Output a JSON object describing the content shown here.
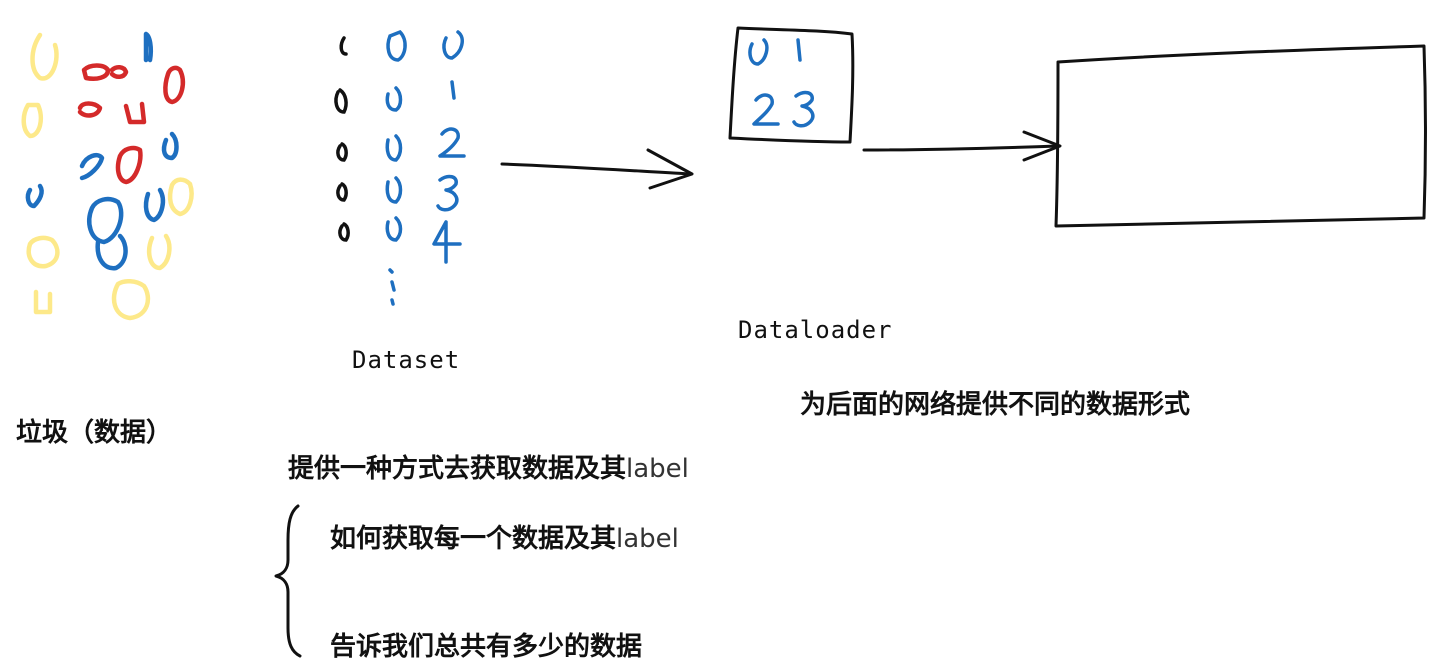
{
  "garbage_label": "垃圾（数据）",
  "dataset": {
    "column_a": [
      "0",
      "0",
      "0",
      "0",
      "0"
    ],
    "column_b": [
      "0",
      "0",
      "0",
      "0",
      "0"
    ],
    "column_c": [
      "0",
      "1",
      "2",
      "3",
      "4"
    ],
    "ellipsis": "⋮",
    "label": "Dataset"
  },
  "dataloader": {
    "batch_top": [
      "0",
      "1"
    ],
    "batch_bottom": [
      "2",
      "3"
    ],
    "label": "Dataloader"
  },
  "notes": {
    "dataloader_purpose": "为后面的网络提供不同的数据形式",
    "dataset_purpose_prefix": "提供一种方式去获取数据及其",
    "dataset_purpose_suffix": "label",
    "item1_prefix": "如何获取每一个数据及其",
    "item1_suffix": "label",
    "item2": "告诉我们总共有多少的数据"
  },
  "colors": {
    "yellow": "#fde98a",
    "red": "#d42a2a",
    "blue": "#1e6fc0",
    "ink": "#111111"
  }
}
